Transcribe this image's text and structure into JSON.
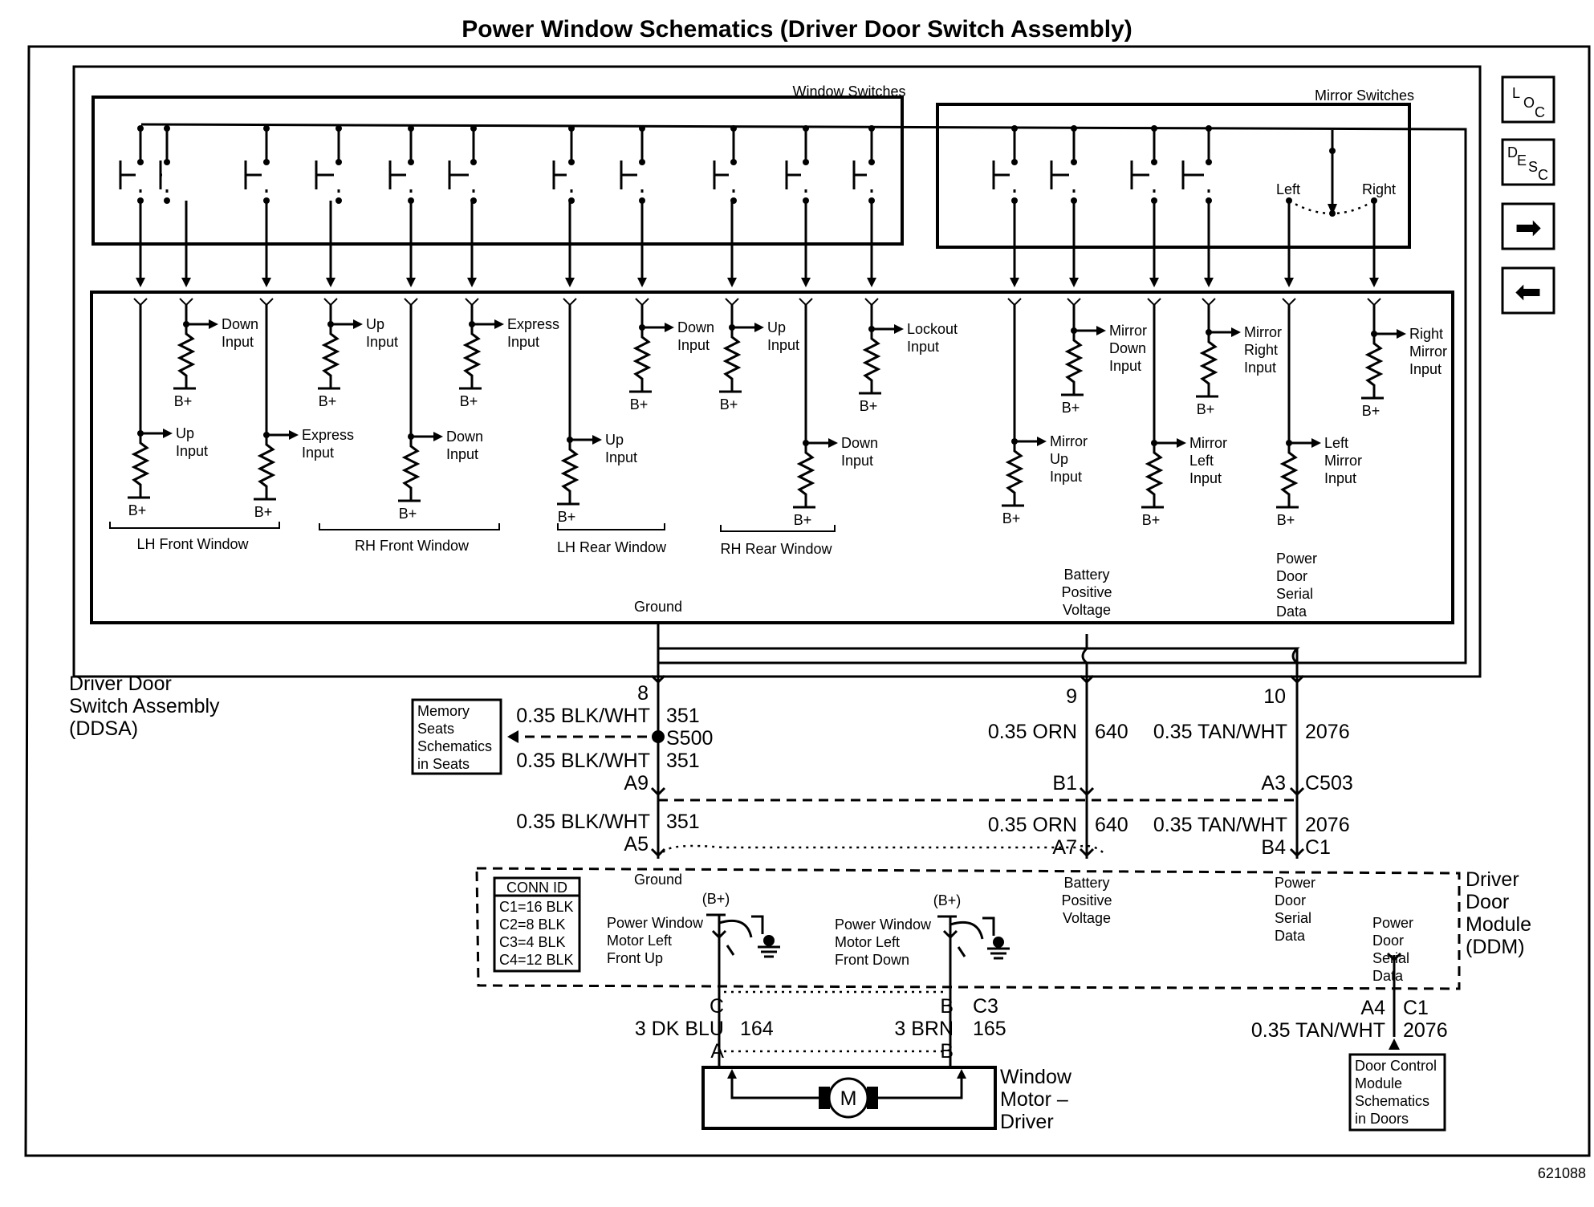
{
  "title": "Power Window Schematics (Driver Door Switch Assembly)",
  "figure_id": "621088",
  "nav": {
    "loc": [
      "L",
      "O",
      "C"
    ],
    "desc": [
      "D",
      "E",
      "S",
      "C"
    ],
    "next_glyph": "➡",
    "prev_glyph": "⬅",
    "next_icon": "arrow-right-icon",
    "prev_icon": "arrow-left-icon"
  },
  "ddsa": {
    "name": [
      "Driver Door",
      "Switch Assembly",
      "(DDSA)"
    ],
    "window_switches": "Window Switches",
    "mirror_switches": "Mirror Switches",
    "mirror_left": "Left",
    "mirror_right": "Right",
    "b_plus": "B+",
    "input_labels": [
      [
        "Up",
        "Input"
      ],
      [
        "Down",
        "Input"
      ],
      [
        "Express",
        "Input"
      ],
      [
        "Up",
        "Input"
      ],
      [
        "Down",
        "Input"
      ],
      [
        "Express",
        "Input"
      ],
      [
        "Up",
        "Input"
      ],
      [
        "Down",
        "Input"
      ],
      [
        "Up",
        "Input"
      ],
      [
        "Down",
        "Input"
      ],
      [
        "Lockout",
        "Input"
      ],
      [
        "Mirror",
        "Up",
        "Input"
      ],
      [
        "Mirror",
        "Down",
        "Input"
      ],
      [
        "Mirror",
        "Left",
        "Input"
      ],
      [
        "Mirror",
        "Right",
        "Input"
      ],
      [
        "Left",
        "Mirror",
        "Input"
      ],
      [
        "Right",
        "Mirror",
        "Input"
      ]
    ],
    "groups": [
      "LH Front Window",
      "RH Front Window",
      "LH Rear Window",
      "RH Rear Window"
    ],
    "ground": "Ground",
    "battery": [
      "Battery",
      "Positive",
      "Voltage"
    ],
    "serial": [
      "Power",
      "Door",
      "Serial",
      "Data"
    ]
  },
  "wiring": {
    "pin_8": "8",
    "pin_9": "9",
    "pin_10": "10",
    "ground_wire": "0.35 BLK/WHT",
    "ground_circuit": "351",
    "splice": "S500",
    "orn_wire": "0.35 ORN",
    "orn_circuit": "640",
    "tan_wire": "0.35 TAN/WHT",
    "tan_circuit": "2076",
    "a9": "A9",
    "b1": "B1",
    "a3": "A3",
    "c503": "C503",
    "a5": "A5",
    "a7": "A7",
    "b4": "B4",
    "c1": "C1",
    "a4": "A4",
    "memory_ref": [
      "Memory",
      "Seats",
      "Schematics",
      "in Seats"
    ],
    "door_ref": [
      "Door Control",
      "Module",
      "Schematics",
      "in Doors"
    ]
  },
  "ddm": {
    "name": [
      "Driver",
      "Door",
      "Module",
      "(DDM)"
    ],
    "ground": "Ground",
    "battery": [
      "Battery",
      "Positive",
      "Voltage"
    ],
    "serial": [
      "Power",
      "Door",
      "Serial",
      "Data"
    ],
    "serial2": [
      "Power",
      "Door",
      "Serial",
      "Data"
    ],
    "conn_title": "CONN ID",
    "conn": [
      "C1=16 BLK",
      "C2=8 BLK",
      "C3=4 BLK",
      "C4=12 BLK"
    ],
    "relay_up": [
      "Power Window",
      "Motor Left",
      "Front Up"
    ],
    "relay_down": [
      "Power Window",
      "Motor Left",
      "Front Down"
    ],
    "b_plus_paren": "(B+)"
  },
  "motor": {
    "pin_c": "C",
    "pin_b": "B",
    "c3": "C3",
    "pin_a_lower": "A",
    "pin_b_lower": "B",
    "blu_wire": "3 DK BLU",
    "blu_circuit": "164",
    "brn_wire": "3 BRN",
    "brn_circuit": "165",
    "symbol": "M",
    "name": [
      "Window",
      "Motor –",
      "Driver"
    ]
  }
}
